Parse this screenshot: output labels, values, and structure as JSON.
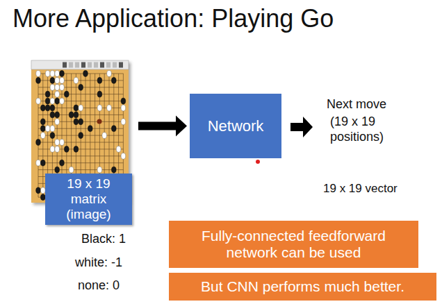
{
  "diagram": {
    "title": "More Application: Playing Go",
    "nodes": [
      {
        "text": [
          "19 x 19 matrix (image)"
        ]
      },
      {
        "text": [
          "Network"
        ]
      },
      {
        "text": [
          "Fully-connected feedforward network can be used"
        ]
      },
      {
        "text": [
          "But CNN performs much better."
        ]
      }
    ],
    "edges": [
      {
        "from": 0,
        "to": 1,
        "arrow": "to"
      }
    ],
    "labels": [
      "Next move",
      "(19 x 19 positions)",
      "19 x 19 vector",
      "Black: 1",
      "white: -1",
      "none: 0"
    ]
  }
}
